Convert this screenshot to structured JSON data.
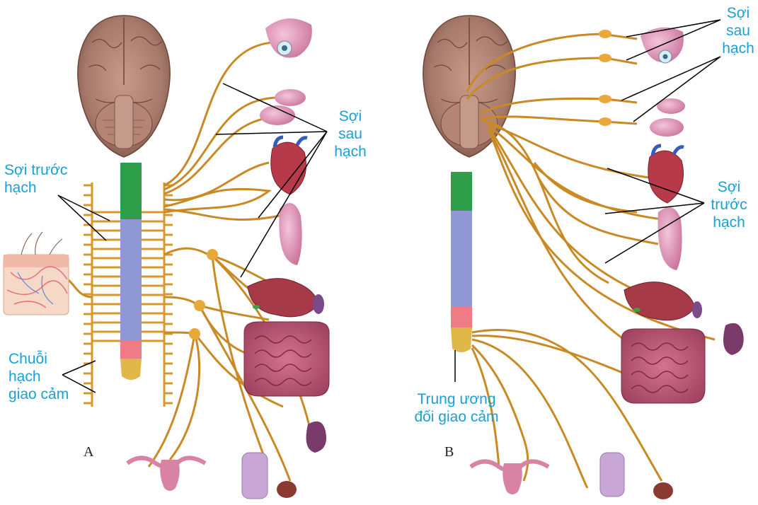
{
  "panels": {
    "a": "A",
    "b": "B"
  },
  "labels": {
    "a_preganglionic": "Sợi trước\nhạch",
    "a_postganglionic": "Sợi\nsau\nhạch",
    "a_chain": "Chuỗi\nhạch\ngiao cảm",
    "b_postganglionic": "Sợi\nsau\nhạch",
    "b_preganglionic": "Sợi\ntrước\nhạch",
    "b_center": "Trung ương\nđối giao cảm"
  },
  "colors": {
    "label_text": "#1a9fd6",
    "nerve": "#d9982e",
    "brain": "#a67a6b",
    "cord_cervical": "#2e9e4a",
    "cord_thoracic": "#8f98d4",
    "cord_lumbar": "#ef7b86",
    "cord_sacral": "#e0b84a",
    "organ_pink": "#d98ab0",
    "intestine": "#b74f6e"
  },
  "icons": [
    "brain-icon",
    "eye-icon",
    "salivary-gland-icon",
    "heart-icon",
    "lung-icon",
    "stomach-icon",
    "intestine-icon",
    "kidney-icon",
    "bladder-icon",
    "uterus-icon",
    "skin-icon"
  ]
}
